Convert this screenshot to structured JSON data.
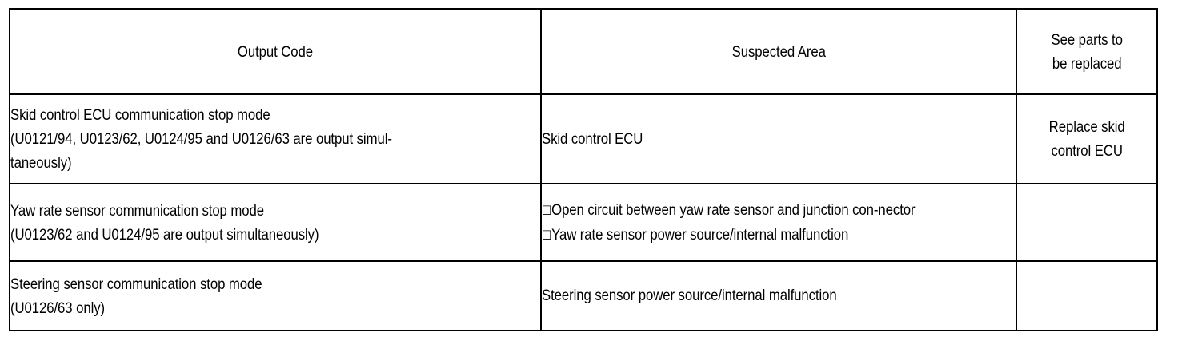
{
  "document": {
    "type": "diagnostic-trouble-code-table",
    "background_color": "#ffffff",
    "text_color": "#000000",
    "border_color": "#000000"
  },
  "table": {
    "headers": {
      "output_code": "Output Code",
      "suspected_area": "Suspected Area",
      "see_parts": {
        "line1": "See  parts to",
        "line2": "be replaced"
      }
    },
    "rows": [
      {
        "output_code": {
          "line1": "Skid control ECU communication stop mode",
          "line2": "(U0121/94, U0123/62, U0124/95 and U0126/63 are output simul-",
          "line3": "taneously)"
        },
        "suspected_area": {
          "items": [
            {
              "bullet": "",
              "text": "Skid control ECU"
            }
          ]
        },
        "see_parts": {
          "line1": "Replace skid",
          "line2": "control ECU"
        }
      },
      {
        "output_code": {
          "line1": "Yaw rate sensor communication stop mode",
          "line2": "(U0123/62 and U0124/95 are output simultaneously)",
          "line3": ""
        },
        "suspected_area": {
          "items": [
            {
              "bullet": "□",
              "text": "Open circuit between yaw rate sensor and junction con-nector"
            },
            {
              "bullet": "□",
              "text": "Yaw rate sensor power source/internal malfunction"
            }
          ]
        },
        "see_parts": {
          "line1": "",
          "line2": ""
        }
      },
      {
        "output_code": {
          "line1": "Steering sensor communication stop mode",
          "line2": "(U0126/63 only)",
          "line3": ""
        },
        "suspected_area": {
          "items": [
            {
              "bullet": "",
              "text": "Steering sensor power source/internal malfunction"
            }
          ]
        },
        "see_parts": {
          "line1": "",
          "line2": ""
        }
      }
    ]
  }
}
